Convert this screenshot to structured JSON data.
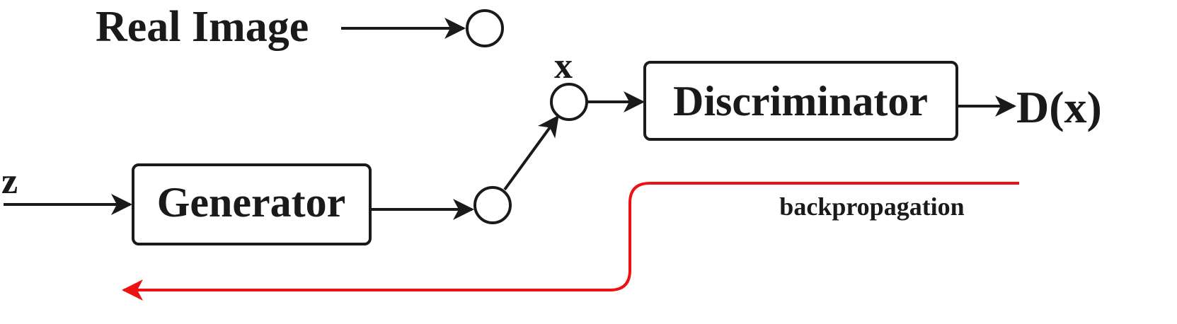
{
  "labels": {
    "real_image": "Real Image",
    "z": "z",
    "x": "x",
    "generator": "Generator",
    "discriminator": "Discriminator",
    "output": "D(x)",
    "backprop": "backpropagation"
  },
  "colors": {
    "ink": "#1a1a1a",
    "backprop": "#ee1111"
  }
}
